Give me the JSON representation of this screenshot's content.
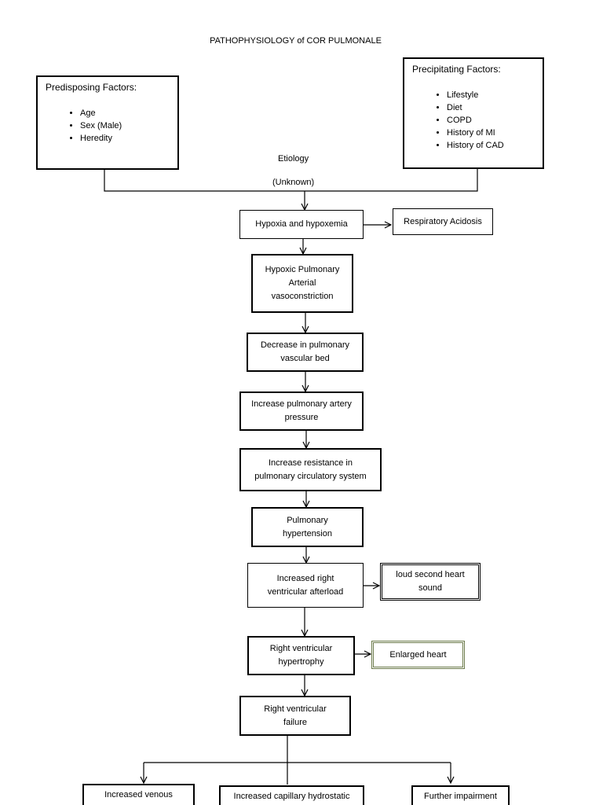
{
  "title": "PATHOPHYSIOLOGY of COR PULMONALE",
  "predisposing": {
    "heading": "Predisposing Factors:",
    "items": [
      "Age",
      "Sex (Male)",
      "Heredity"
    ]
  },
  "precipitating": {
    "heading": "Precipitating Factors:",
    "items": [
      "Lifestyle",
      "Diet",
      "COPD",
      "History of MI",
      "History of CAD"
    ]
  },
  "etiology": {
    "line1": "Etiology",
    "line2": "(Unknown)"
  },
  "nodes": {
    "hypoxia": [
      "Hypoxia and hypoxemia"
    ],
    "resp_acidosis": [
      "Respiratory Acidosis"
    ],
    "hpav": [
      "Hypoxic Pulmonary",
      "Arterial",
      "vasoconstriction"
    ],
    "decrease_bed": [
      "Decrease in pulmonary",
      "vascular bed"
    ],
    "increase_pressure": [
      "Increase pulmonary artery",
      "pressure"
    ],
    "increase_resistance": [
      "Increase resistance in",
      "pulmonary circulatory system"
    ],
    "pulm_htn": [
      "Pulmonary",
      "hypertension"
    ],
    "rv_afterload": [
      "Increased right",
      "ventricular afterload"
    ],
    "loud_s2": [
      "loud second heart",
      "sound"
    ],
    "rv_hypertrophy": [
      "Right ventricular",
      "hypertrophy"
    ],
    "enlarged_heart": [
      "Enlarged heart"
    ],
    "rv_failure": [
      "Right ventricular",
      "failure"
    ],
    "venous": [
      "Increased venous"
    ],
    "capillary": [
      "Increased capillary hydrostatic"
    ],
    "impairment": [
      "Further impairment"
    ]
  }
}
